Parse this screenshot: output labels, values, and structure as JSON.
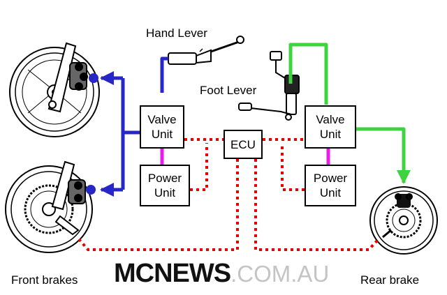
{
  "labels": {
    "hand_lever": "Hand Lever",
    "foot_lever": "Foot Lever",
    "front_brakes": "Front brakes",
    "rear_brake": "Rear brake"
  },
  "boxes": {
    "valve_front": [
      "Valve",
      "Unit"
    ],
    "power_front": [
      "Power",
      "Unit"
    ],
    "ecu": "ECU",
    "valve_rear": [
      "Valve",
      "Unit"
    ],
    "power_rear": [
      "Power",
      "Unit"
    ]
  },
  "watermark": {
    "main": "MCNEWS",
    "suffix": ".COM.AU"
  },
  "colors": {
    "front_circuit": "#2727c8",
    "rear_circuit": "#3fd43f",
    "power_link": "#e81ee8",
    "electrical": "#e60000"
  }
}
